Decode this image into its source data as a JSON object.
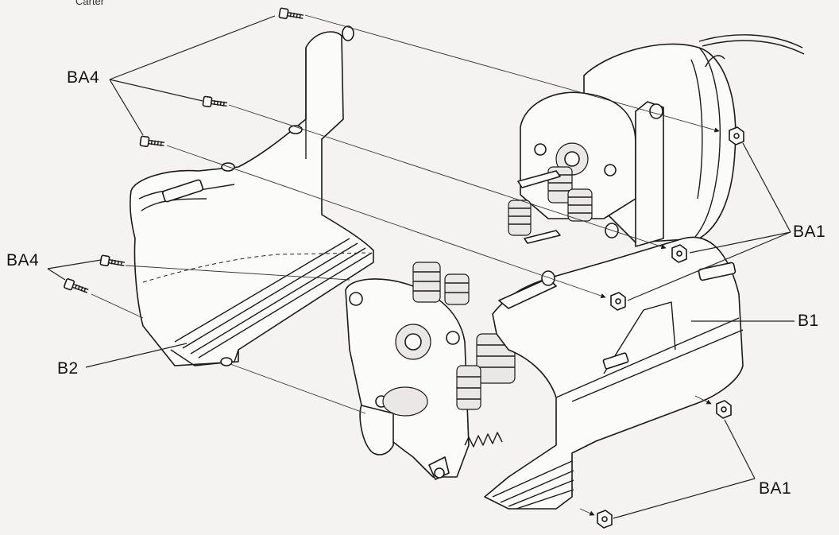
{
  "header": {
    "text": "Carter"
  },
  "callouts": {
    "ba4_top": "BA4",
    "ba4_left": "BA4",
    "ba1_right": "BA1",
    "b1": "B1",
    "b2": "B2",
    "ba1_bottom": "BA1"
  },
  "colors": {
    "background": "#f4f3f1",
    "ink": "#1a1a1a"
  }
}
